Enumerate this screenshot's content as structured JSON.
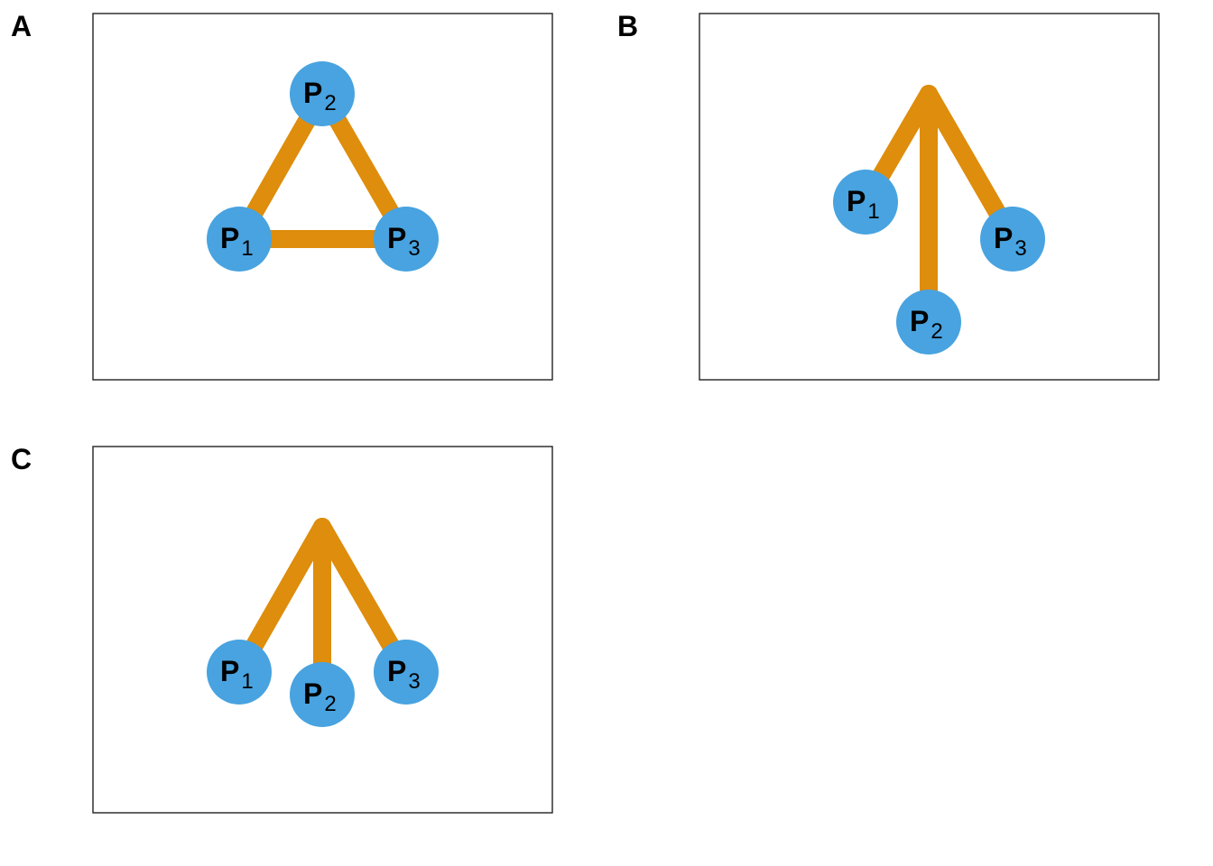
{
  "colors": {
    "node_fill": "#48a3e0",
    "edge": "#de8d0c",
    "frame": "#222222",
    "text": "#000000"
  },
  "panels": [
    {
      "letter": "A",
      "nodes": [
        {
          "id": "P1",
          "main": "P",
          "sub": "1"
        },
        {
          "id": "P2",
          "main": "P",
          "sub": "2"
        },
        {
          "id": "P3",
          "main": "P",
          "sub": "3"
        }
      ],
      "edges": [
        [
          "P1",
          "P2"
        ],
        [
          "P2",
          "P3"
        ],
        [
          "P1",
          "P3"
        ]
      ]
    },
    {
      "letter": "B",
      "nodes": [
        {
          "id": "P1",
          "main": "P",
          "sub": "1"
        },
        {
          "id": "P2",
          "main": "P",
          "sub": "2"
        },
        {
          "id": "P3",
          "main": "P",
          "sub": "3"
        }
      ],
      "edges": [
        [
          "junction",
          "P1"
        ],
        [
          "junction",
          "P2"
        ],
        [
          "junction",
          "P3"
        ]
      ]
    },
    {
      "letter": "C",
      "nodes": [
        {
          "id": "P1",
          "main": "P",
          "sub": "1"
        },
        {
          "id": "P2",
          "main": "P",
          "sub": "2"
        },
        {
          "id": "P3",
          "main": "P",
          "sub": "3"
        }
      ],
      "edges": [
        [
          "junction",
          "P1"
        ],
        [
          "junction",
          "P2"
        ],
        [
          "junction",
          "P3"
        ]
      ]
    }
  ]
}
